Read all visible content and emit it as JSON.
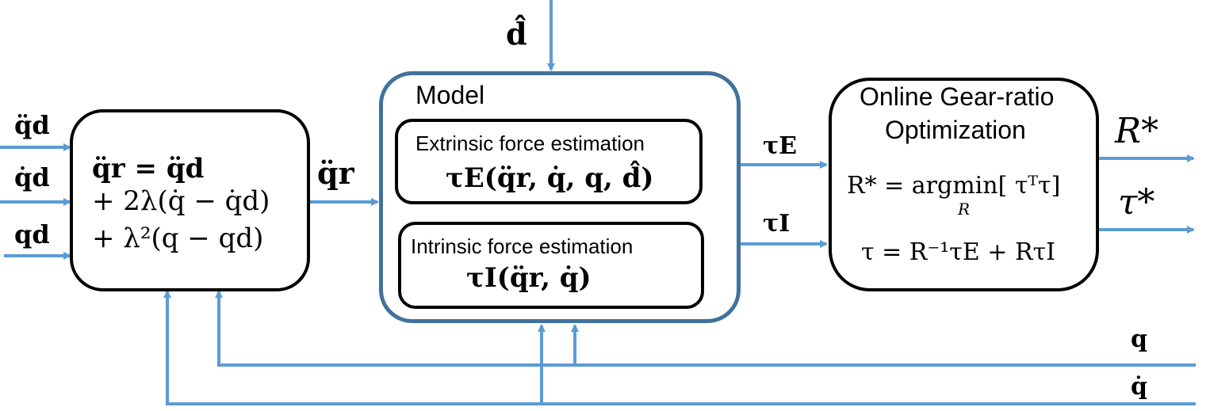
{
  "colors": {
    "arrow": "#5b9bd5",
    "model_border": "#41719c",
    "box_border": "#000000"
  },
  "inputs": {
    "qdd_d": "q̈d",
    "qd_d": "q̇d",
    "q_d": "qd",
    "d_hat": "d̂"
  },
  "reference_block": {
    "line1": "q̈r =  q̈d",
    "line2": "+ 2λ(q̇ − q̇d)",
    "line3": "+ λ²(q − qd)"
  },
  "signals": {
    "qdd_r": "q̈r",
    "tau_E": "τE",
    "tau_I": "τI",
    "q": "q",
    "q_dot": "q̇"
  },
  "model": {
    "title": "Model",
    "extrinsic": {
      "label": "Extrinsic force estimation",
      "formula": "τE(q̈r, q̇, q, d̂)"
    },
    "intrinsic": {
      "label": "Intrinsic force estimation",
      "formula": "τI(q̈r, q̇)"
    }
  },
  "optimizer": {
    "title_line1": "Online Gear-ratio",
    "title_line2": "Optimization",
    "eq1": "R* = argmin[ τᵀτ]",
    "eq1_sub": "R",
    "eq2": "τ = R⁻¹τE + RτI"
  },
  "outputs": {
    "R_star": "R*",
    "tau_star": "τ*"
  }
}
